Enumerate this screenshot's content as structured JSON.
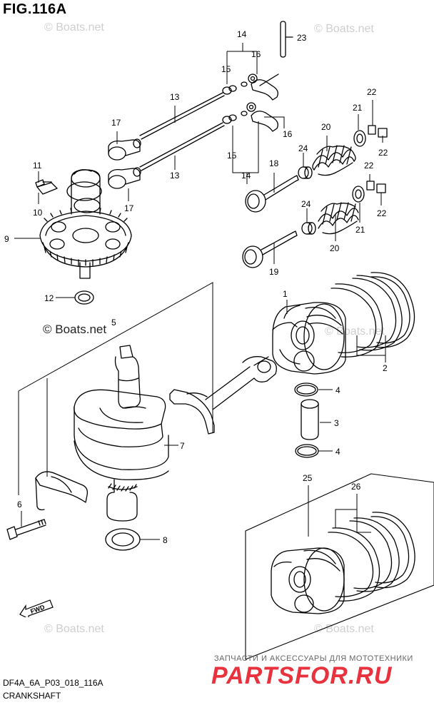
{
  "figure": {
    "title": "FIG.116A",
    "code": "DF4A_6A_P03_018_116A",
    "caption": "CRANKSHAFT",
    "fwd_label": "FWD"
  },
  "watermarks": {
    "boats_light": "© Boats.net",
    "boats_dark": "© Boats.net",
    "shop_line": "ЗАПЧАСТИ И АКСЕССУАРЫ ДЛЯ МОТОТЕХНИКИ",
    "shop_brand": "PARTSFOR.RU"
  },
  "callouts": {
    "c1": "1",
    "c2": "2",
    "c3": "3",
    "c4a": "4",
    "c4b": "4",
    "c5": "5",
    "c6": "6",
    "c7": "7",
    "c8": "8",
    "c9": "9",
    "c10": "10",
    "c11": "11",
    "c12": "12",
    "c13a": "13",
    "c13b": "13",
    "c14a": "14",
    "c14b": "14",
    "c15a": "15",
    "c15b": "15",
    "c16a": "16",
    "c16b": "16",
    "c17a": "17",
    "c17b": "17",
    "c18": "18",
    "c19": "19",
    "c20a": "20",
    "c20b": "20",
    "c21a": "21",
    "c21b": "21",
    "c22a": "22",
    "c22b": "22",
    "c22c": "22",
    "c22d": "22",
    "c23": "23",
    "c24a": "24",
    "c24b": "24",
    "c25": "25",
    "c26": "26"
  }
}
